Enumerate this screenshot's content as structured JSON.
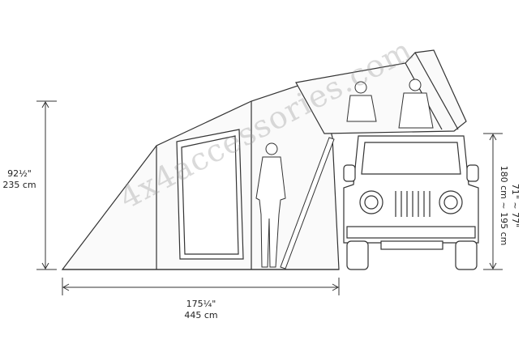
{
  "dimensions": {
    "height": {
      "imperial": "92½\"",
      "metric": "235 cm"
    },
    "length": {
      "imperial": "175¼\"",
      "metric": "445 cm"
    },
    "vehicle_height": {
      "imperial": "71\" ~ 77\"",
      "metric": "180 cm ~ 195 cm"
    }
  },
  "watermark": "4x4accessories.com"
}
